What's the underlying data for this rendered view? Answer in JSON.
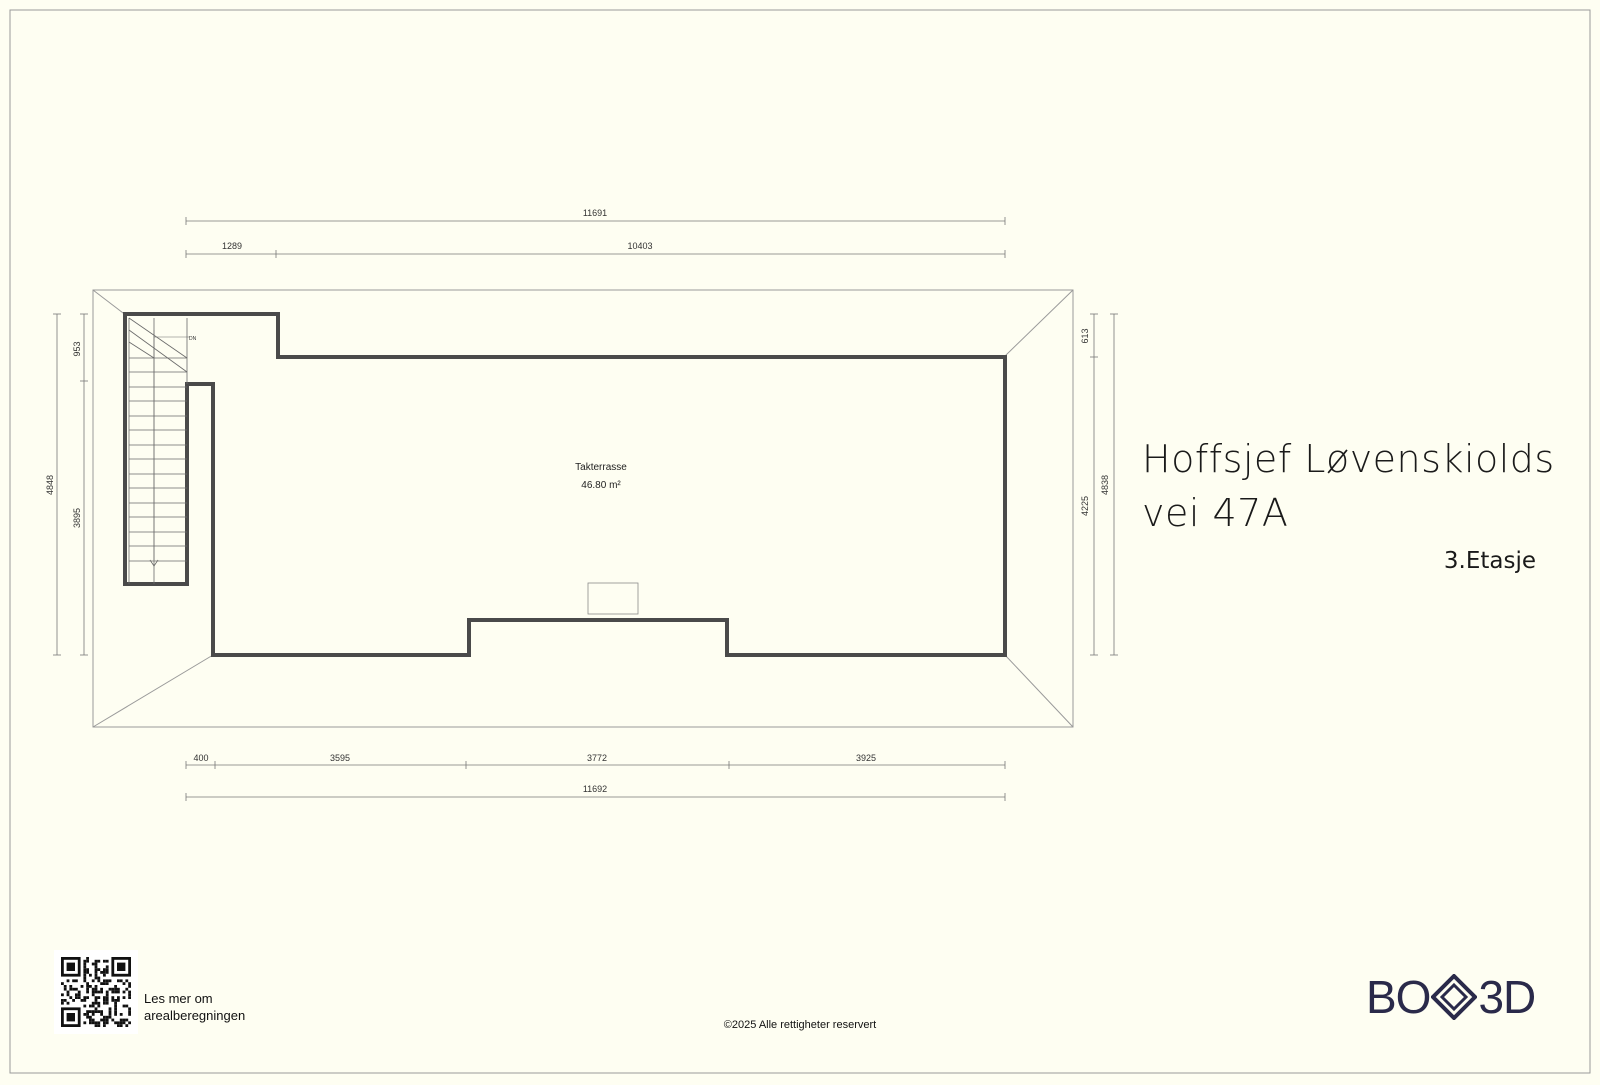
{
  "property": {
    "title_line1": "Hoffsjef Løvenskiolds",
    "title_line2": "vei 47A",
    "floor": "3.Etasje"
  },
  "room": {
    "name": "Takterrasse",
    "area": "46.80 m²"
  },
  "stair_label": "DN",
  "dimensions": {
    "top_total": "11691",
    "top_left": "1289",
    "top_right": "10403",
    "bottom_total": "11692",
    "bottom_1": "400",
    "bottom_2": "3595",
    "bottom_3": "3772",
    "bottom_4": "3925",
    "left_total": "4848",
    "left_upper": "953",
    "left_lower": "3895",
    "right_total": "4838",
    "right_upper": "613",
    "right_lower": "4225"
  },
  "footer": {
    "qr_caption_line1": "Les mer om",
    "qr_caption_line2": "arealberegningen",
    "copyright": "©2025 Alle rettigheter reservert"
  },
  "logo": {
    "left": "BO",
    "right": "3D",
    "color": "#2a2a4a"
  },
  "colors": {
    "background": "#fefef2",
    "wall": "#4a4a4a"
  }
}
